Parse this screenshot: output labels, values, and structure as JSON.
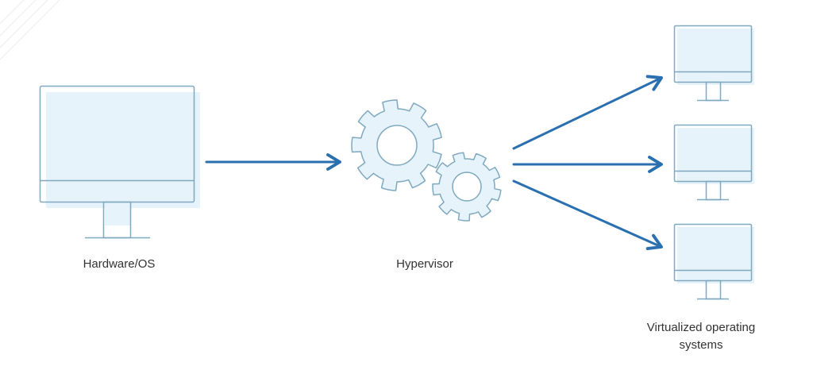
{
  "labels": {
    "hardware": "Hardware/OS",
    "hypervisor": "Hypervisor",
    "virtualized": "Virtualized operating systems"
  },
  "colors": {
    "outline": "#7fa9bf",
    "fill": "#e6f3fb",
    "arrow": "#2a6fb0",
    "text": "#333333"
  }
}
